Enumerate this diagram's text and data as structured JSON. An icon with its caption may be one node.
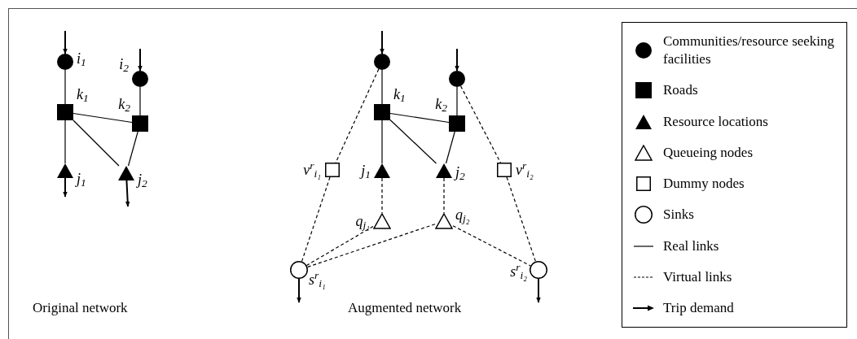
{
  "diagram": {
    "nodes": [
      {
        "text": [],
        "shape": "circle",
        "beside": [
          "i$_{1}$"
        ]
      },
      {
        "text": [],
        "shape": "circle",
        "beside": [
          "i$_{2}$"
        ]
      },
      {
        "text": [],
        "shape": "square",
        "beside": [
          "k$_{1}$"
        ]
      },
      {
        "text": [],
        "shape": "square",
        "beside": [
          "k$_{2}$"
        ]
      },
      {
        "text": [],
        "shape": "triangle",
        "beside": [
          "j$_{1}$"
        ]
      },
      {
        "text": [],
        "shape": "triangle",
        "beside": [
          "j$_{2}$"
        ]
      },
      {
        "text": [],
        "shape": "circle"
      },
      {
        "text": [],
        "shape": "circle"
      },
      {
        "text": [],
        "shape": "square",
        "beside": [
          "k$_{1}$"
        ]
      },
      {
        "text": [],
        "shape": "square",
        "beside": [
          "k$_{2}$"
        ]
      },
      {
        "text": [],
        "shape": "triangle",
        "beside": [
          "j$_{1}$"
        ]
      },
      {
        "text": [],
        "shape": "triangle",
        "beside": [
          "j$_{2}$"
        ]
      },
      {
        "text": [],
        "shape": "open-square",
        "beside": [
          "v$^{r}$$_{i₁}$"
        ]
      },
      {
        "text": [],
        "shape": "open-square",
        "beside": [
          "v$^{r}$$_{i₂}$"
        ]
      },
      {
        "text": [],
        "shape": "open-triangle",
        "beside": [
          "q$_{j₁}$"
        ]
      },
      {
        "text": [],
        "shape": "open-triangle",
        "beside": [
          "q$_{j₂}$"
        ]
      },
      {
        "text": [],
        "shape": "open-circle",
        "beside": [
          "s$^{r}$$_{i₁}$"
        ]
      },
      {
        "text": [],
        "shape": "open-circle",
        "beside": [
          "s$^{r}$$_{i₂}$"
        ]
      }
    ],
    "edges": [
      {
        "from": 0,
        "to": 2,
        "arrow": "none"
      },
      {
        "from": 1,
        "to": 3,
        "arrow": "none"
      },
      {
        "from": 2,
        "to": 3,
        "arrow": "none"
      },
      {
        "from": 2,
        "to": 4,
        "arrow": "none"
      },
      {
        "from": 2,
        "to": 5,
        "arrow": "none"
      },
      {
        "from": 3,
        "to": 5,
        "arrow": "none"
      },
      {
        "from": null,
        "to": 0,
        "arrow": "to"
      },
      {
        "from": null,
        "to": 1,
        "arrow": "to"
      },
      {
        "from": 4,
        "to": null,
        "arrow": "to"
      },
      {
        "from": 5,
        "to": null,
        "arrow": "to"
      },
      {
        "from": 6,
        "to": 8,
        "arrow": "none"
      },
      {
        "from": 7,
        "to": 9,
        "arrow": "none"
      },
      {
        "from": 8,
        "to": 9,
        "arrow": "none"
      },
      {
        "from": 8,
        "to": 10,
        "arrow": "none"
      },
      {
        "from": 8,
        "to": 11,
        "arrow": "none"
      },
      {
        "from": 9,
        "to": 11,
        "arrow": "none"
      },
      {
        "from": 10,
        "to": 14,
        "arrow": "none",
        "style": "dashed"
      },
      {
        "from": 11,
        "to": 15,
        "arrow": "none",
        "style": "dashed"
      },
      {
        "from": 6,
        "to": 12,
        "arrow": "none",
        "style": "dashed"
      },
      {
        "from": 12,
        "to": 16,
        "arrow": "none",
        "style": "dashed"
      },
      {
        "from": 7,
        "to": 13,
        "arrow": "none",
        "style": "dashed"
      },
      {
        "from": 13,
        "to": 17,
        "arrow": "none",
        "style": "dashed"
      },
      {
        "from": 14,
        "to": 16,
        "arrow": "none",
        "style": "dashed"
      },
      {
        "from": 15,
        "to": 16,
        "arrow": "none",
        "style": "dashed"
      },
      {
        "from": 15,
        "to": 17,
        "arrow": "none",
        "style": "dashed"
      },
      {
        "from": null,
        "to": 6,
        "arrow": "to"
      },
      {
        "from": null,
        "to": 7,
        "arrow": "to"
      },
      {
        "from": 16,
        "to": null,
        "arrow": "to"
      },
      {
        "from": 17,
        "to": null,
        "arrow": "to"
      }
    ],
    "labels": [
      "Original network",
      "Augmented network"
    ],
    "legend": [
      {
        "text": "Communities/resource seeking facilities"
      },
      {
        "text": "Roads"
      },
      {
        "text": "Resource locations"
      },
      {
        "text": "Queueing nodes"
      },
      {
        "text": "Dummy nodes"
      },
      {
        "text": "Sinks"
      },
      {
        "text": "Real links"
      },
      {
        "text": "Virtual links"
      },
      {
        "text": "Trip demand"
      }
    ]
  }
}
